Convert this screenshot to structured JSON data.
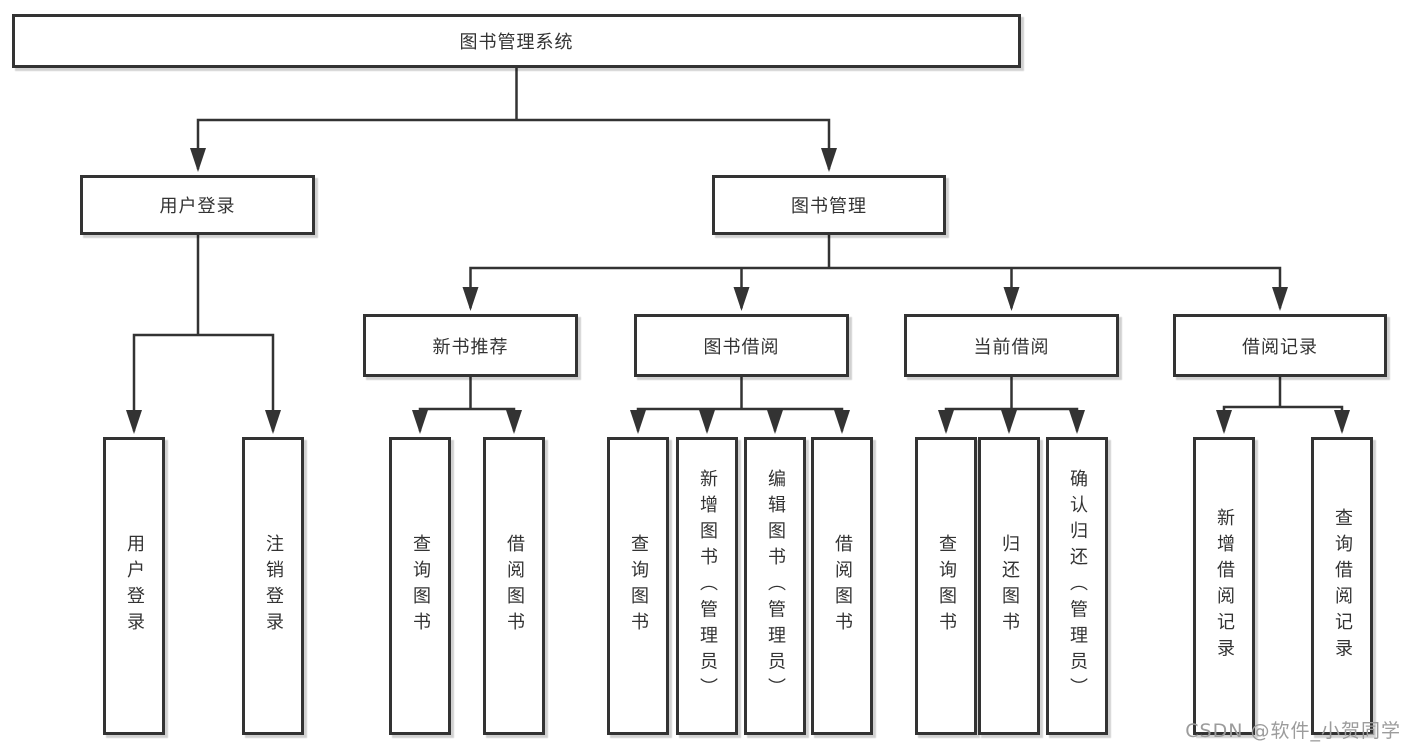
{
  "tree": {
    "root": {
      "label": "图书管理系统"
    },
    "branches": [
      {
        "label": "用户登录",
        "children": [
          {
            "label": "用户登录"
          },
          {
            "label": "注销登录"
          }
        ]
      },
      {
        "label": "图书管理",
        "sections": [
          {
            "label": "新书推荐",
            "children": [
              {
                "label": "查询图书"
              },
              {
                "label": "借阅图书"
              }
            ]
          },
          {
            "label": "图书借阅",
            "children": [
              {
                "label": "查询图书"
              },
              {
                "label": "新增图书（管理员）"
              },
              {
                "label": "编辑图书（管理员）"
              },
              {
                "label": "借阅图书"
              }
            ]
          },
          {
            "label": "当前借阅",
            "children": [
              {
                "label": "查询图书"
              },
              {
                "label": "归还图书"
              },
              {
                "label": "确认归还（管理员）"
              }
            ]
          },
          {
            "label": "借阅记录",
            "children": [
              {
                "label": "新增借阅记录"
              },
              {
                "label": "查询借阅记录"
              }
            ]
          }
        ]
      }
    ]
  },
  "watermark": {
    "text": "CSDN @软件_小贺同学"
  },
  "colors": {
    "line": "#333333",
    "box_border": "#333333",
    "text": "#333333",
    "background": "#ffffff",
    "watermark": "#9c9c9c"
  }
}
